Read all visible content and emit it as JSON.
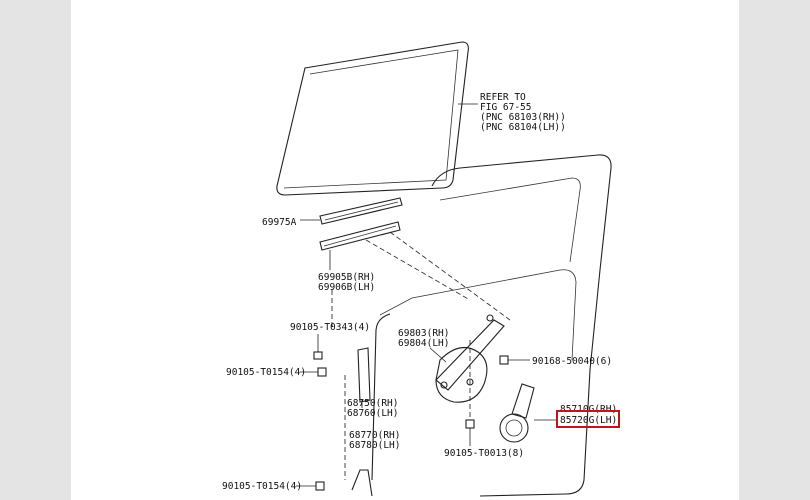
{
  "callouts": {
    "refer_line1": "REFER TO",
    "refer_line2": "FIG 67-55",
    "refer_line3": "(PNC 68103(RH))",
    "refer_line4": "(PNC 68104(LH))",
    "run_channel": "69975A",
    "weatherstrip_rh": "69905B(RH)",
    "weatherstrip_lh": "69906B(LH)",
    "bolt_top": "90105-T0343(4)",
    "bolt_mid": "90105-T0154(4)",
    "bolt_bottom": "90105-T0154(4)",
    "regulator_rh": "69803(RH)",
    "regulator_lh": "69804(LH)",
    "screw_right": "90168-50040(6)",
    "motor_rh": "85710G(RH)",
    "motor_lh": "85720G(LH)",
    "channel_upper_rh": "68750(RH)",
    "channel_upper_lh": "68760(LH)",
    "channel_lower_rh": "68770(RH)",
    "channel_lower_lh": "68780(LH)",
    "bolt_motor": "90105-T0013(8)"
  },
  "highlight": {
    "target": "85720G(LH)",
    "color": "#c0161b"
  },
  "colors": {
    "background": "#e4e4e4",
    "sheet": "#ffffff",
    "line": "#222222"
  }
}
